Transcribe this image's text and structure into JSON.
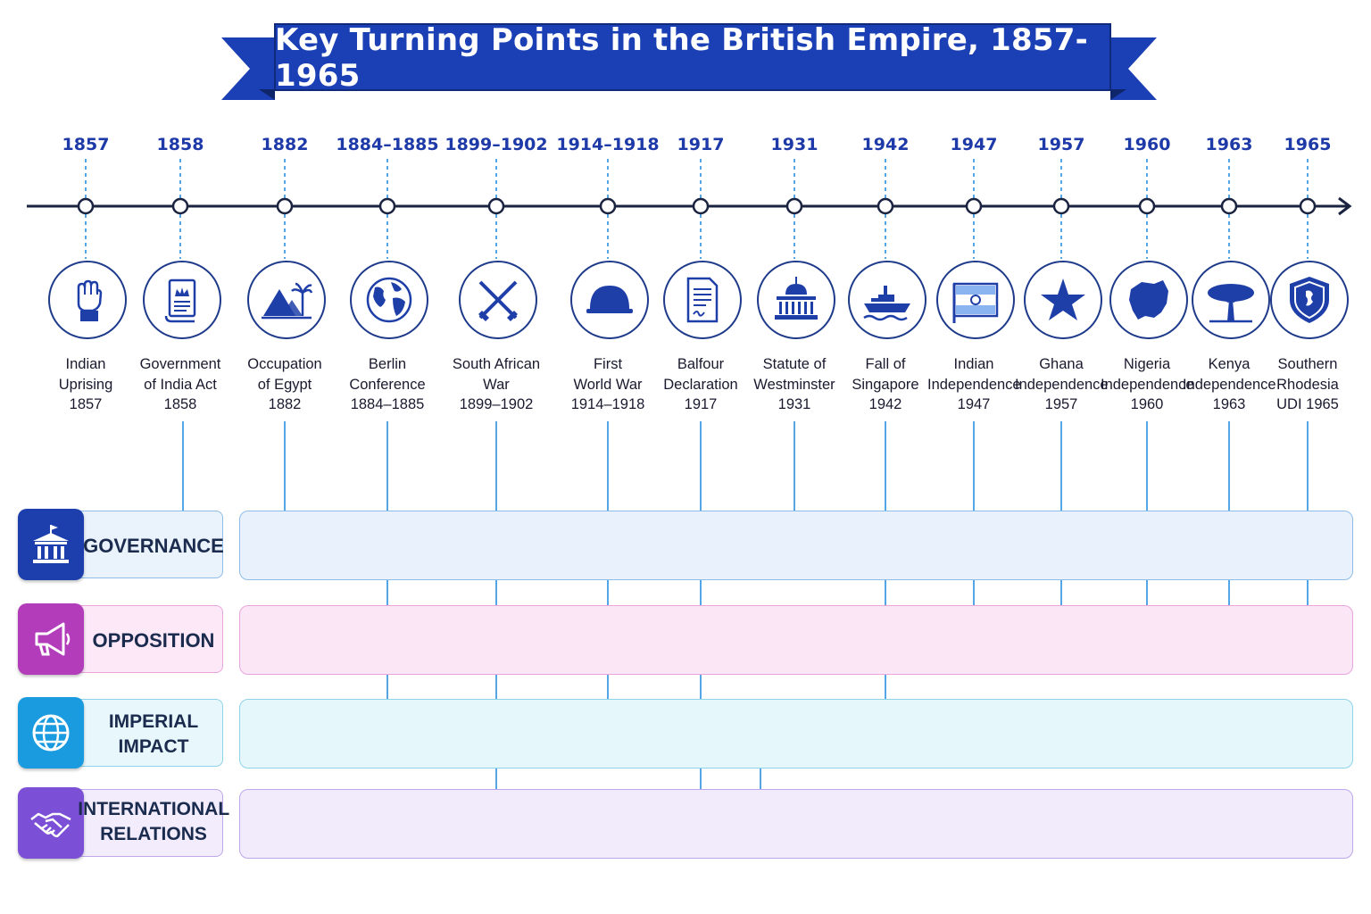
{
  "title": "Key Turning Points in the British Empire, 1857-1965",
  "colors": {
    "banner": "#1b3fb4",
    "banner_dark": "#102a7a",
    "axis": "#1a2340",
    "year_text": "#1e3aa8",
    "connector": "#2a8fe0",
    "icon_fill": "#1f3fa8"
  },
  "events": [
    {
      "year": "1857",
      "lines": [
        "Indian",
        "Uprising",
        "1857"
      ],
      "icon": "raised-fist-icon"
    },
    {
      "year": "1858",
      "lines": [
        "Government",
        "of India Act",
        "1858"
      ],
      "icon": "scroll-crown-icon"
    },
    {
      "year": "1882",
      "lines": [
        "Occupation",
        "of Egypt",
        "1882"
      ],
      "icon": "pyramids-palm-icon"
    },
    {
      "year": "1884–1885",
      "lines": [
        "Berlin",
        "Conference",
        "1884–1885"
      ],
      "icon": "globe-icon"
    },
    {
      "year": "1899–1902",
      "lines": [
        "South African",
        "War",
        "1899–1902"
      ],
      "icon": "crossed-rifles-icon"
    },
    {
      "year": "1914–1918",
      "lines": [
        "First",
        "World War",
        "1914–1918"
      ],
      "icon": "helmet-icon"
    },
    {
      "year": "1917",
      "lines": [
        "Balfour",
        "Declaration",
        "1917"
      ],
      "icon": "document-icon"
    },
    {
      "year": "1931",
      "lines": [
        "Statute of",
        "Westminster",
        "1931"
      ],
      "icon": "parliament-building-icon"
    },
    {
      "year": "1942",
      "lines": [
        "Fall of",
        "Singapore",
        "1942"
      ],
      "icon": "warship-icon"
    },
    {
      "year": "1947",
      "lines": [
        "Indian",
        "Independence",
        "1947"
      ],
      "icon": "flag-india-icon"
    },
    {
      "year": "1957",
      "lines": [
        "Ghana",
        "Independence",
        "1957"
      ],
      "icon": "star-icon"
    },
    {
      "year": "1960",
      "lines": [
        "Nigeria",
        "Independence",
        "1960"
      ],
      "icon": "nigeria-map-icon"
    },
    {
      "year": "1963",
      "lines": [
        "Kenya",
        "Independence",
        "1963"
      ],
      "icon": "acacia-tree-icon"
    },
    {
      "year": "1965",
      "lines": [
        "Southern",
        "Rhodesia",
        "UDI 1965"
      ],
      "icon": "shield-crest-icon"
    }
  ],
  "lanes": [
    {
      "label": "GOVERNANCE",
      "icon": "government-building-icon",
      "color": "#1d3fae",
      "band_fill": "#e9f2fc",
      "band_border": "#8dbde8",
      "box_fill": "#eaf2fc"
    },
    {
      "label": "OPPOSITION",
      "icon": "megaphone-icon",
      "color": "#b23cba",
      "band_fill": "#fbe6f6",
      "band_border": "#e9a6dc",
      "box_fill": "#fce8f7"
    },
    {
      "label": "IMPERIAL IMPACT",
      "icon": "globe-icon",
      "color": "#1a9be0",
      "band_fill": "#e6f7fb",
      "band_border": "#8fd3ea",
      "box_fill": "#e7f7fc"
    },
    {
      "label": "INTERNATIONAL RELATIONS",
      "icon": "handshake-icon",
      "color": "#7b4fd6",
      "band_fill": "#f1ebfb",
      "band_border": "#bda7ea",
      "box_fill": "#f2ecfc"
    }
  ]
}
